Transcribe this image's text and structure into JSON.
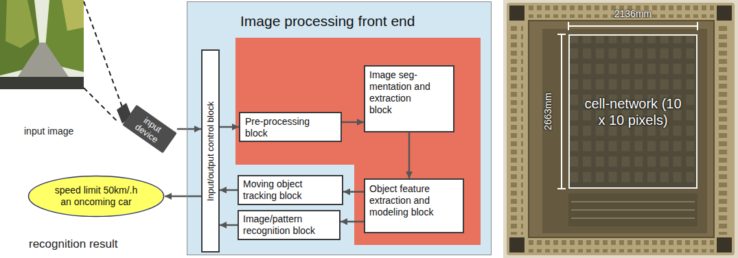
{
  "diagram": {
    "nodes": [
      {
        "text": [
          "input device"
        ]
      },
      {
        "text": [
          "Image processing front end"
        ]
      },
      {
        "text": [
          "Input/output control block"
        ],
        "in": 1
      },
      {
        "text": [
          "Pre-processing block"
        ],
        "in": 1
      },
      {
        "text": [
          "Image seg- mentation and extraction block"
        ],
        "in": 1
      },
      {
        "text": [
          "Object feature extraction and modeling block"
        ],
        "in": 1
      },
      {
        "text": [
          "Moving object tracking block"
        ],
        "in": 1
      },
      {
        "text": [
          "Image/pattern recognition block"
        ],
        "in": 1
      },
      {
        "text": [
          "speed limit 50km/.h an oncoming car"
        ]
      },
      {
        "text": [
          "cell-network (10 x 10 pixels)"
        ]
      }
    ],
    "edges": [
      {
        "from": 0,
        "to": 2,
        "arrow": "to"
      },
      {
        "from": 2,
        "to": 3,
        "arrow": "to"
      },
      {
        "from": 3,
        "to": 4,
        "arrow": "to"
      },
      {
        "from": 4,
        "to": 5,
        "arrow": "to"
      },
      {
        "from": 5,
        "to": 6,
        "arrow": "to"
      },
      {
        "from": 5,
        "to": 7,
        "arrow": "to"
      },
      {
        "from": 6,
        "to": 2,
        "arrow": "to"
      },
      {
        "from": 7,
        "to": 2,
        "arrow": "to"
      },
      {
        "from": 2,
        "to": 8,
        "arrow": "to"
      }
    ],
    "labels": [
      "input image",
      "recognition result",
      "2136mm",
      "2663mm"
    ]
  }
}
